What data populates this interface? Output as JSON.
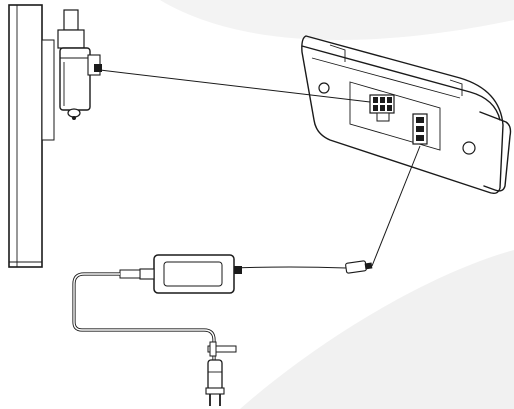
{
  "diagram": {
    "parts": [
      {
        "name": "wall-panel",
        "kind": "structure"
      },
      {
        "name": "motor-actuator",
        "kind": "component"
      },
      {
        "name": "control-box",
        "kind": "component"
      },
      {
        "name": "power-adapter",
        "kind": "component"
      },
      {
        "name": "mains-plug",
        "kind": "component"
      }
    ],
    "connections": [
      {
        "from": "motor-actuator",
        "to": "control-box"
      },
      {
        "from": "control-box",
        "to": "power-adapter"
      },
      {
        "from": "power-adapter",
        "to": "mains-plug"
      }
    ],
    "colors": {
      "line": "#1a1a1a",
      "background": "#ffffff",
      "swoosh": "#f1f1f1"
    }
  }
}
